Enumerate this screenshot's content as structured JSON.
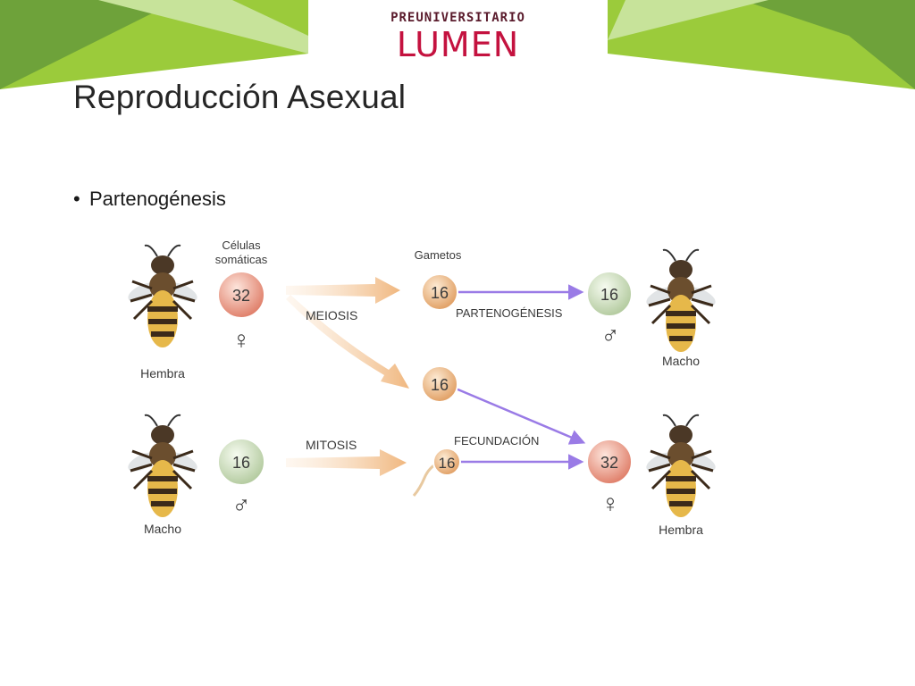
{
  "header": {
    "logo_top": "PREUNIVERSITARIO",
    "logo_main": "LUMEN"
  },
  "slide": {
    "title": "Reproducción Asexual",
    "bullet": "Partenogénesis"
  },
  "diagram": {
    "somatic_label_1": "Células",
    "somatic_label_2": "somáticas",
    "gametes_label": "Gametos",
    "meiosis_label": "MEIOSIS",
    "mitosis_label": "MITOSIS",
    "parthenogenesis_label": "PARTENOGÉNESIS",
    "fertilization_label": "FECUNDACIÓN",
    "female_label": "Hembra",
    "male_label": "Macho",
    "female_offspring_label": "Hembra",
    "male_offspring_label": "Macho",
    "cells": {
      "female_somatic": "32",
      "male_somatic": "16",
      "gamete_top": "16",
      "gamete_mid": "16",
      "sperm": "16",
      "male_offspring": "16",
      "female_offspring": "32"
    },
    "symbols": {
      "female": "♀",
      "male": "♂"
    },
    "colors": {
      "pink": "#e8907c",
      "orange": "#e8b37a",
      "green": "#c7dbb5",
      "arrow_purple": "#9a7be6",
      "arrow_peach": "#f1c491"
    }
  }
}
